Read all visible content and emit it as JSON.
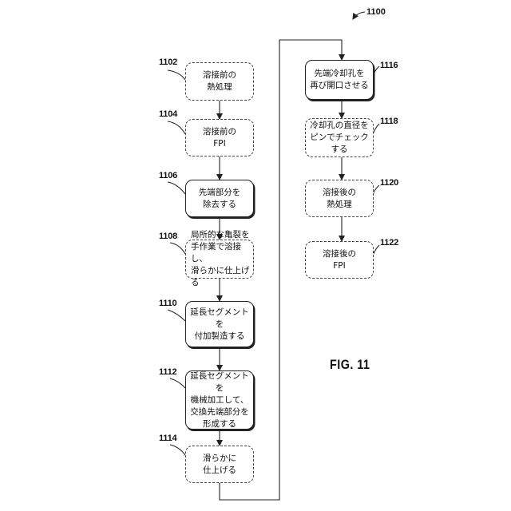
{
  "figure": {
    "ref": "1100",
    "caption": "FIG. 11"
  },
  "steps": [
    {
      "id": "1102",
      "text": "溶接前の\n熱処理",
      "border": "dashed"
    },
    {
      "id": "1104",
      "text": "溶接前の\nFPI",
      "border": "dashed"
    },
    {
      "id": "1106",
      "text": "先端部分を\n除去する",
      "border": "solid"
    },
    {
      "id": "1108",
      "text": "局所的な亀裂を\n手作業で溶接し、\n滑らかに仕上げる",
      "border": "dashed"
    },
    {
      "id": "1110",
      "text": "延長セグメントを\n付加製造する",
      "border": "solid"
    },
    {
      "id": "1112",
      "text": "延長セグメントを\n機械加工して、\n交換先端部分を\n形成する",
      "border": "solid"
    },
    {
      "id": "1114",
      "text": "滑らかに\n仕上げる",
      "border": "dashed"
    },
    {
      "id": "1116",
      "text": "先端冷却孔を\n再び開口させる",
      "border": "solid"
    },
    {
      "id": "1118",
      "text": "冷却孔の直径を\nピンでチェック\nする",
      "border": "dashed"
    },
    {
      "id": "1120",
      "text": "溶接後の\n熱処理",
      "border": "dashed"
    },
    {
      "id": "1122",
      "text": "溶接後の\nFPI",
      "border": "dashed"
    }
  ]
}
